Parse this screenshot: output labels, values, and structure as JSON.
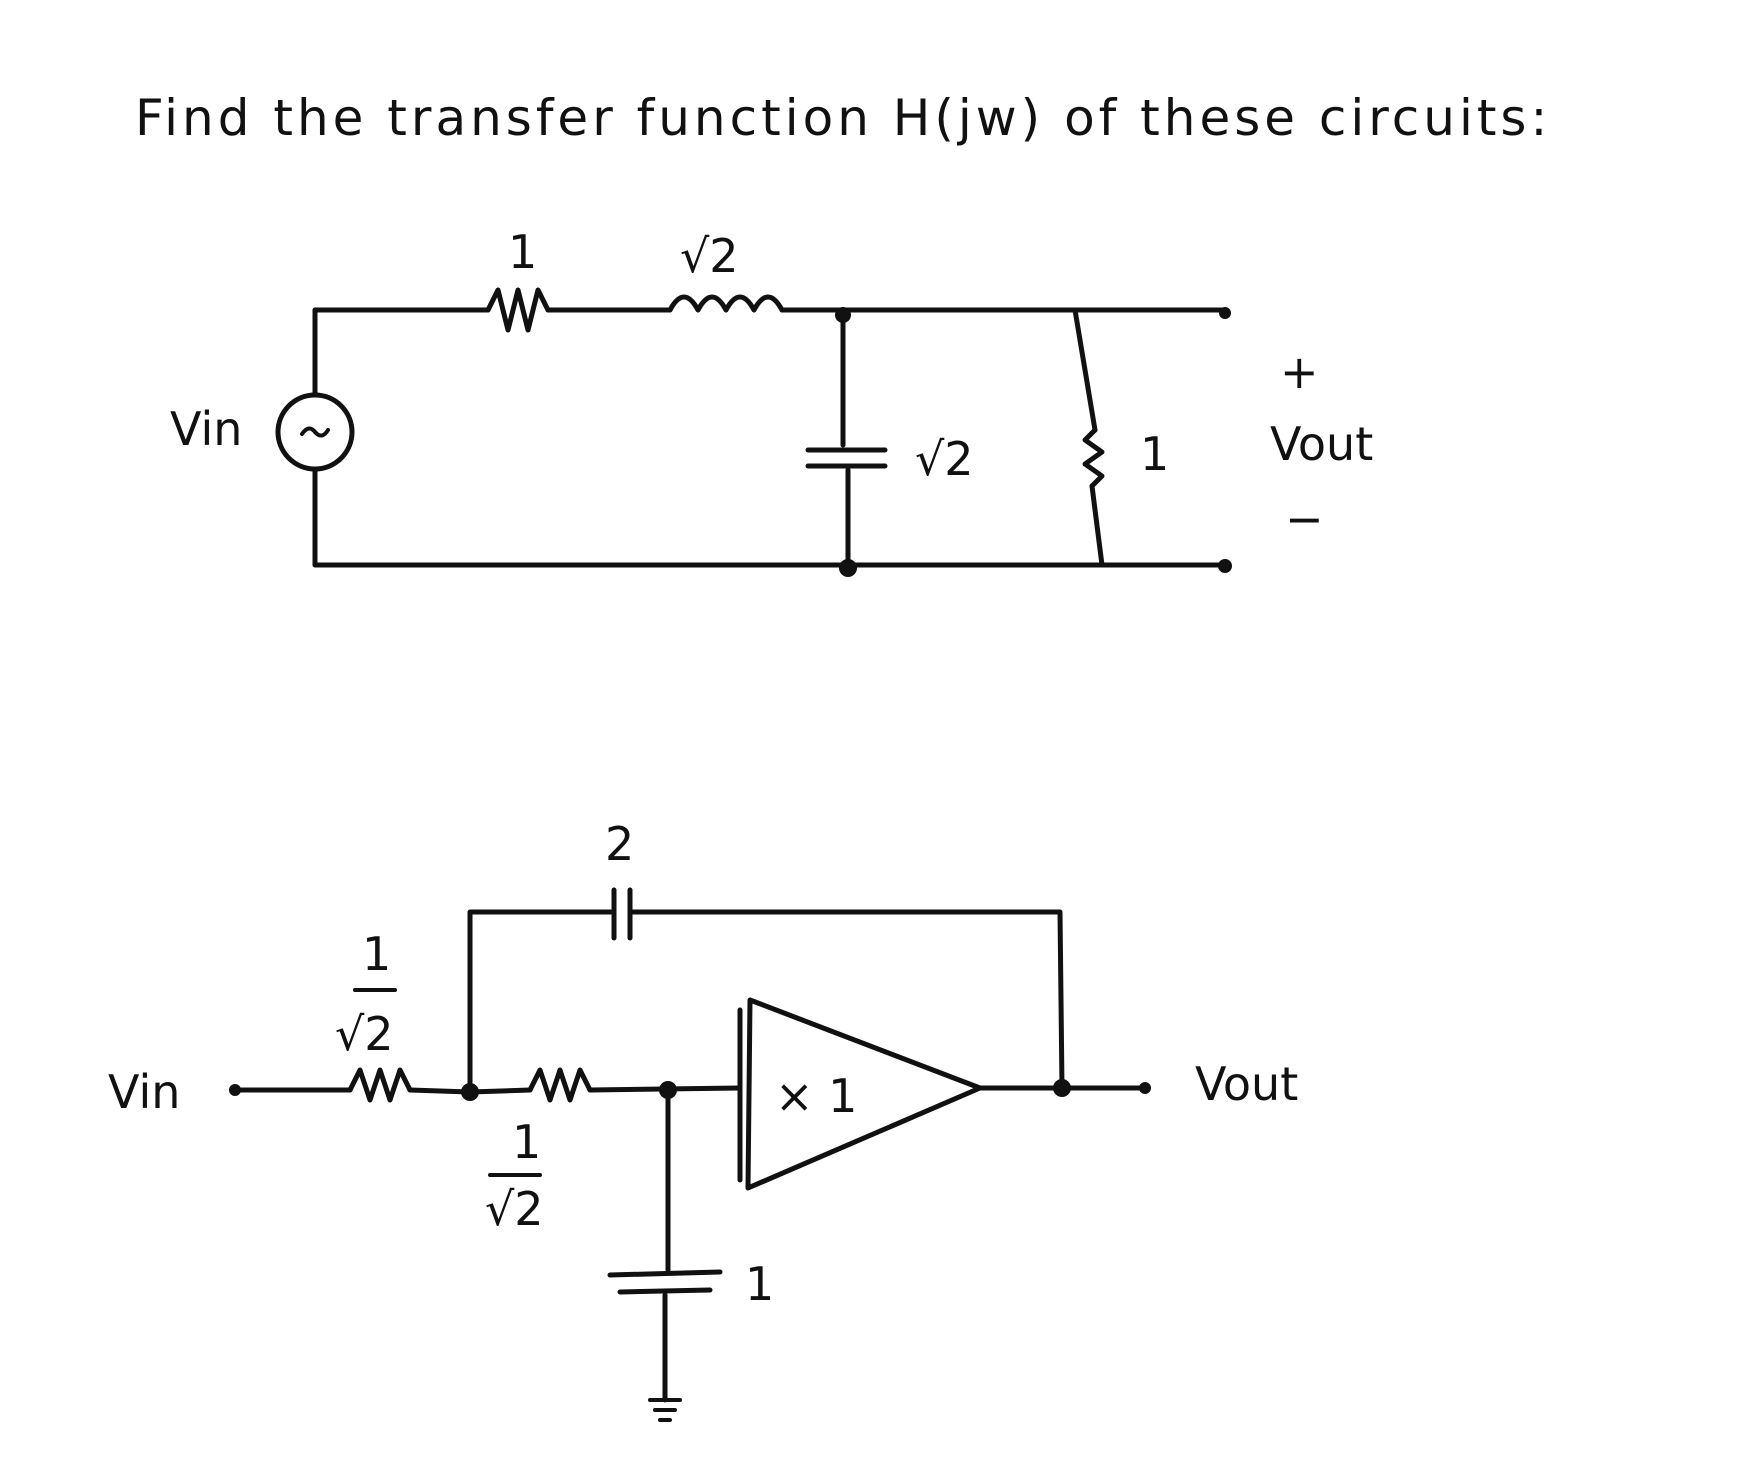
{
  "title": "Find the transfer function H(jw) of these circuits:",
  "circuit1": {
    "source_label": "Vin",
    "resistor_series_label": "1",
    "inductor_label": "√2",
    "capacitor_label": "√2",
    "resistor_load_label": "1",
    "plus_label": "+",
    "output_label": "Vout",
    "minus_label": "−"
  },
  "circuit2": {
    "input_label": "Vin",
    "r1_label_num": "1",
    "r1_label_den": "√2",
    "r2_label_num": "1",
    "r2_label_den": "√2",
    "feedback_capacitor_label": "2",
    "ground_capacitor_label": "1",
    "buffer_gain_label": "× 1",
    "output_label": "Vout"
  }
}
